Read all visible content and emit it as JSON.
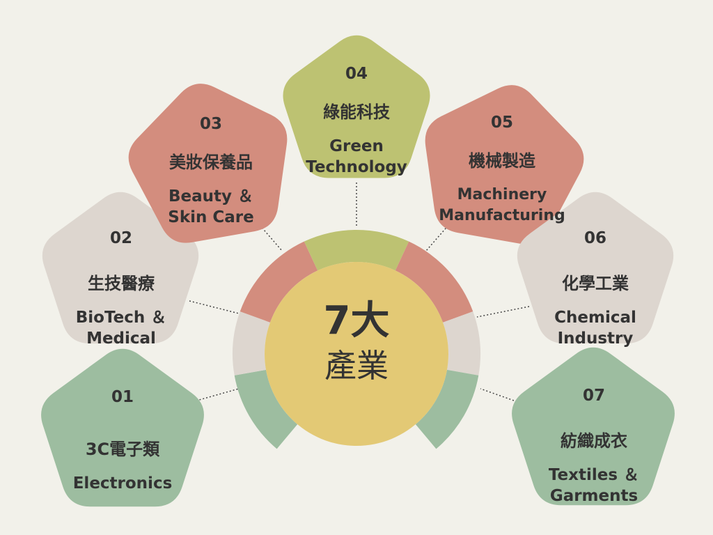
{
  "center": {
    "title": "7大",
    "subtitle": "產業",
    "color": "#e3c975"
  },
  "industries": [
    {
      "num": "01",
      "zh": "3C電子類",
      "en": "Electronics",
      "color": "#9dbda0"
    },
    {
      "num": "02",
      "zh": "生技醫療",
      "en": "BioTech ＆\nMedical",
      "color": "#ddd6cf"
    },
    {
      "num": "03",
      "zh": "美妝保養品",
      "en": "Beauty ＆\nSkin Care",
      "color": "#d38d7e"
    },
    {
      "num": "04",
      "zh": "綠能科技",
      "en": "Green\nTechnology",
      "color": "#bdc272"
    },
    {
      "num": "05",
      "zh": "機械製造",
      "en": "Machinery\nManufacturing",
      "color": "#d38d7e"
    },
    {
      "num": "06",
      "zh": "化學工業",
      "en": "Chemical\nIndustry",
      "color": "#ddd6cf"
    },
    {
      "num": "07",
      "zh": "紡織成衣",
      "en": "Textiles ＆\nGarments",
      "color": "#9dbda0"
    }
  ]
}
